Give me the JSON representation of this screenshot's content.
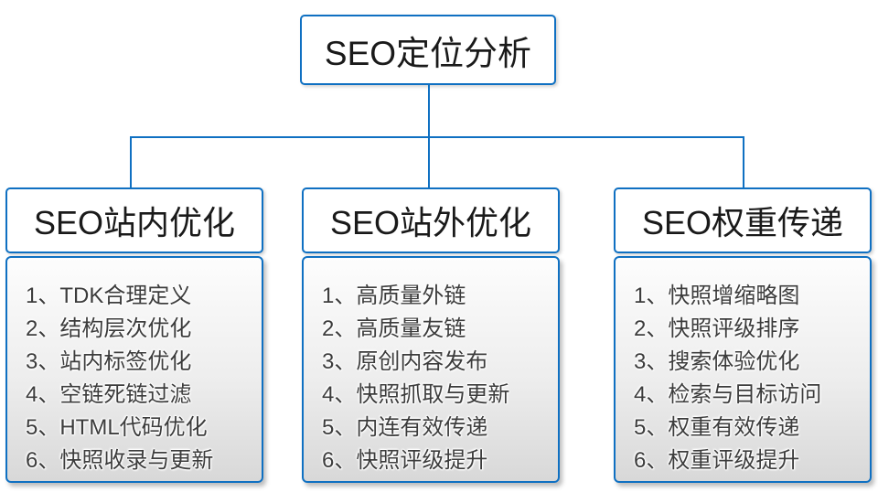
{
  "root": {
    "title": "SEO定位分析"
  },
  "branches": [
    {
      "title": "SEO站内优化",
      "items": [
        "1、TDK合理定义",
        "2、结构层次优化",
        "3、站内标签优化",
        "4、空链死链过滤",
        "5、HTML代码优化",
        "6、快照收录与更新"
      ]
    },
    {
      "title": "SEO站外优化",
      "items": [
        "1、高质量外链",
        "2、高质量友链",
        "3、原创内容发布",
        "4、快照抓取与更新",
        "5、内连有效传递",
        "6、快照评级提升"
      ]
    },
    {
      "title": "SEO权重传递",
      "items": [
        "1、快照增缩略图",
        "2、快照评级排序",
        "3、搜索体验优化",
        "4、检索与目标访问",
        "5、权重有效传递",
        "6、权重评级提升"
      ]
    }
  ],
  "colors": {
    "accent_blue": "#0f70c2",
    "panel_gradient_top": "#fdfdfd",
    "panel_gradient_bottom": "#d8d8d8",
    "title_text": "#1a1a1a",
    "item_text": "#3c3c3c"
  }
}
